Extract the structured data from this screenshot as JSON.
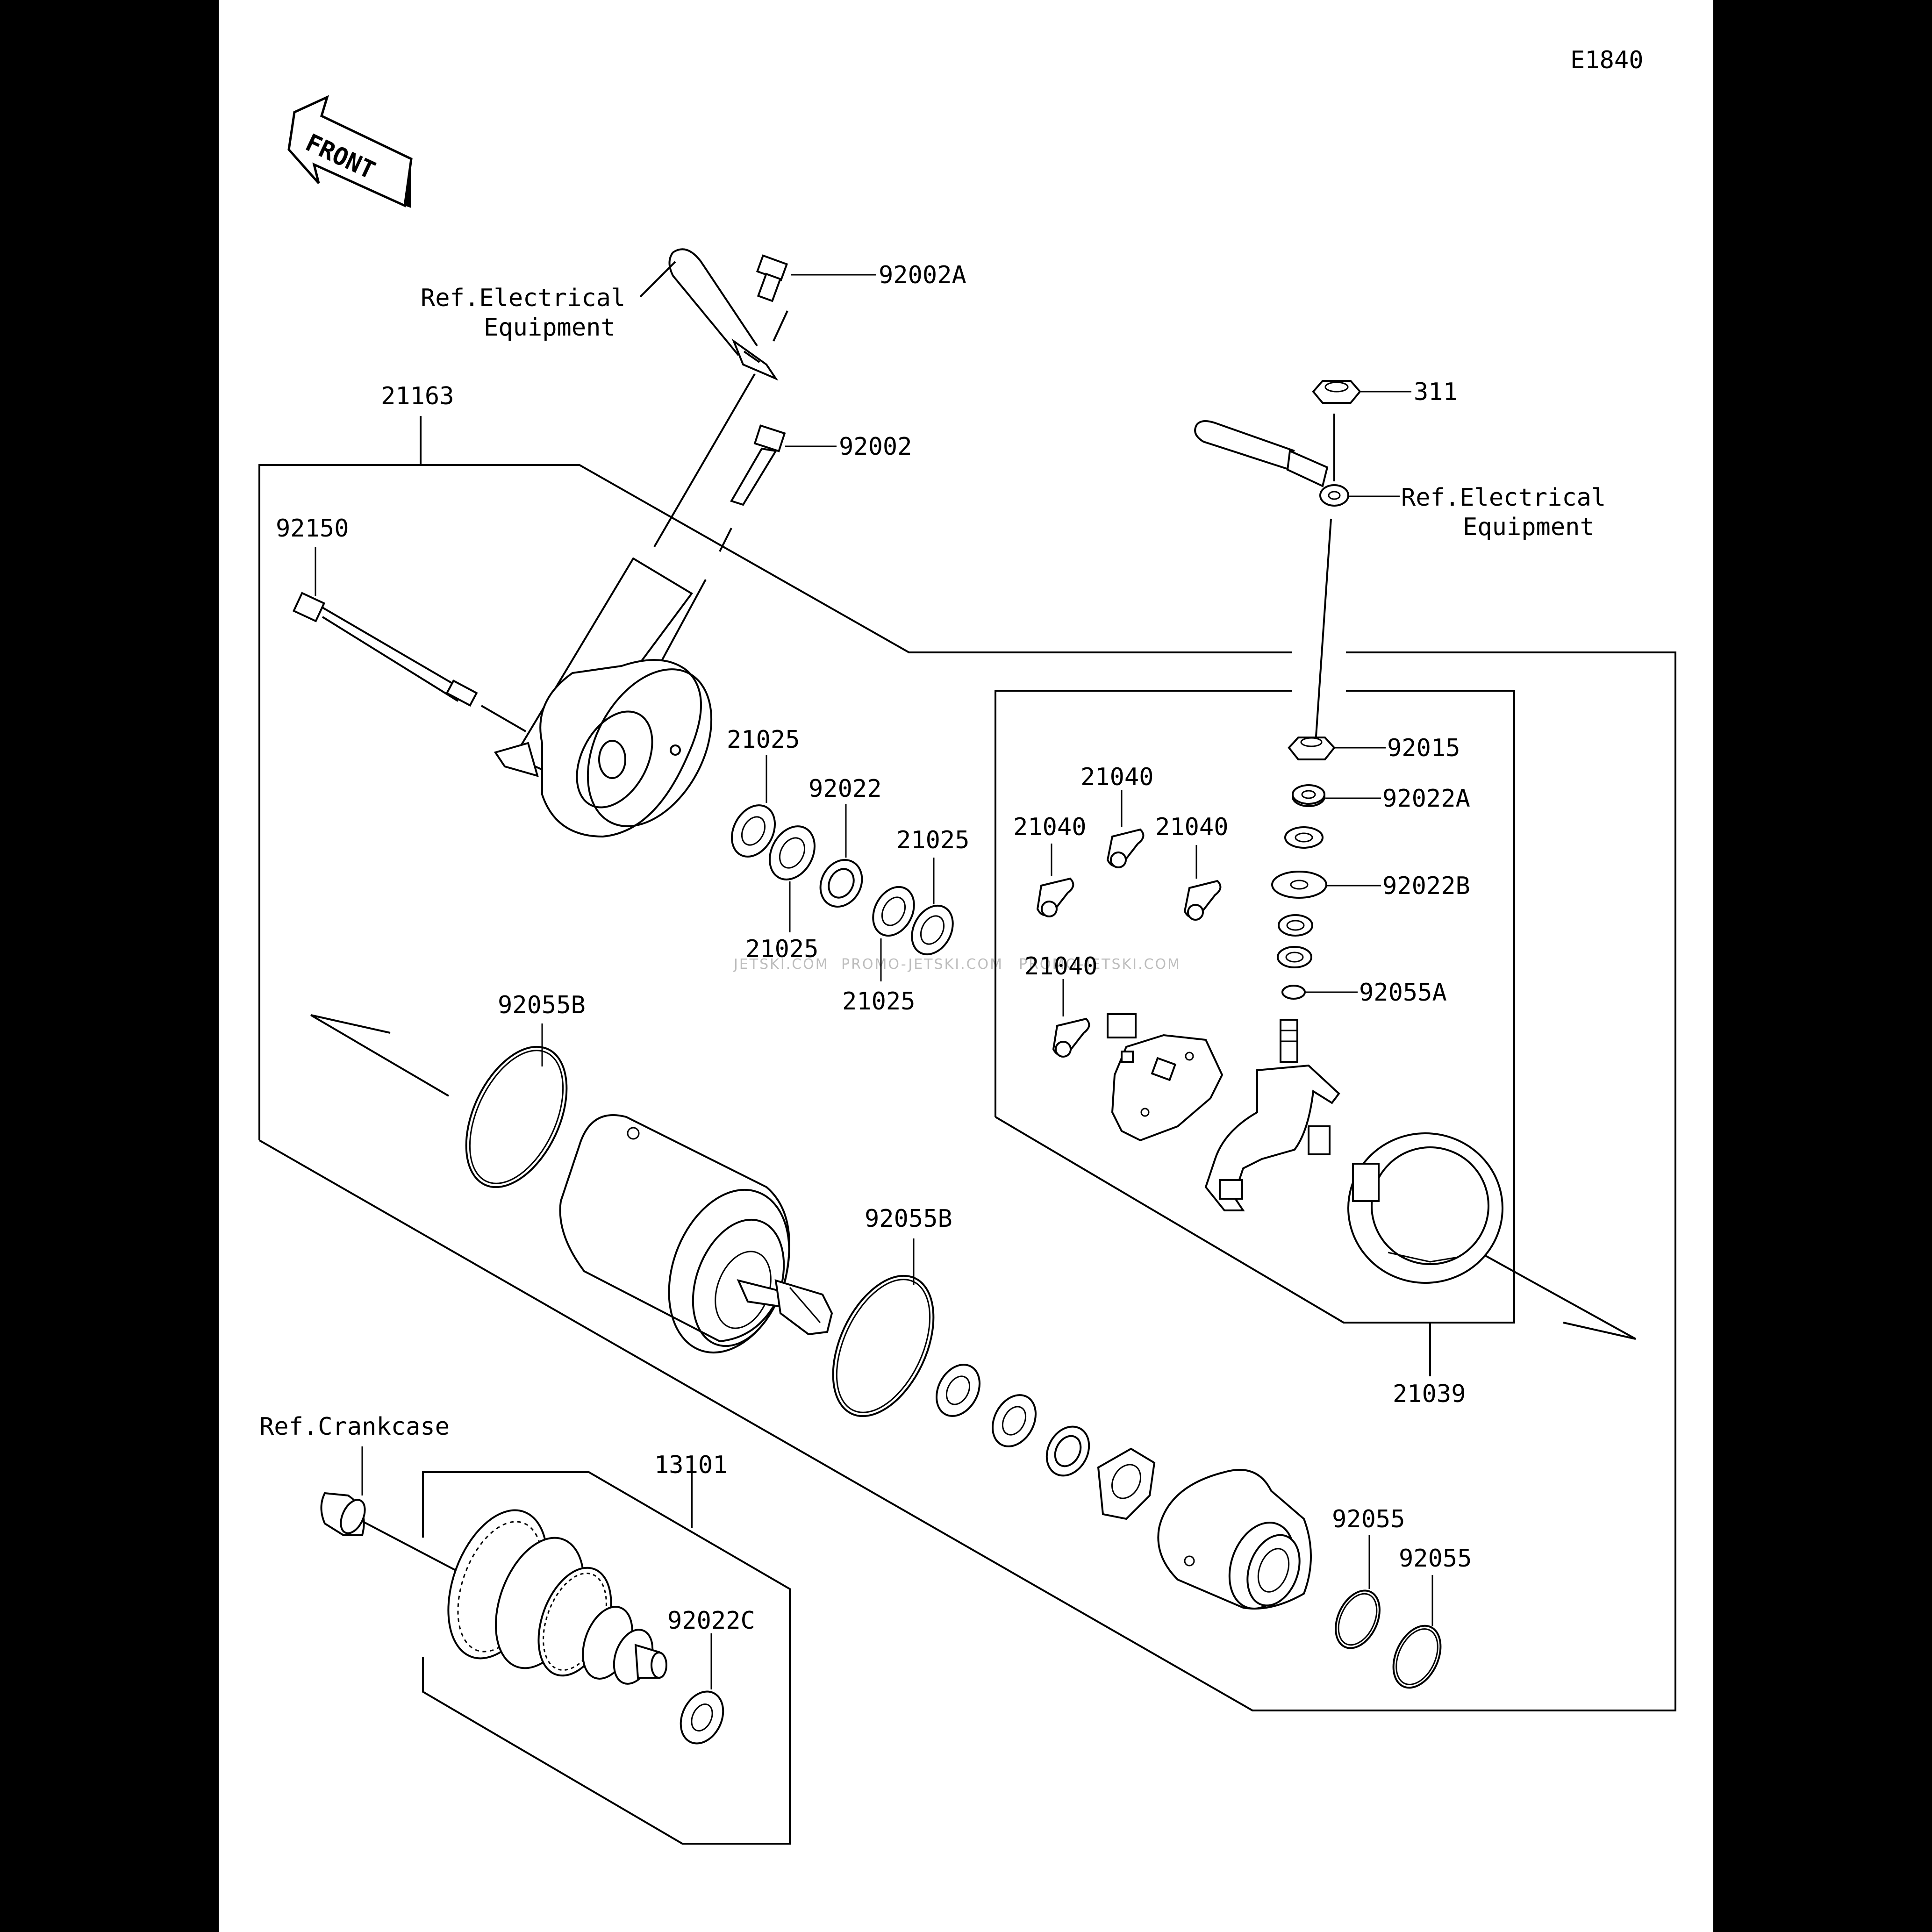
{
  "diagram_code": "E1840",
  "front_arrow": {
    "text": "FRONT",
    "icon": "front-direction-arrow-icon"
  },
  "part_labels": [
    {
      "id": "p92002A",
      "text": "92002A"
    },
    {
      "id": "p92002",
      "text": "92002"
    },
    {
      "id": "p21163",
      "text": "21163"
    },
    {
      "id": "p92150",
      "text": "92150"
    },
    {
      "id": "p311",
      "text": "311"
    },
    {
      "id": "p92015",
      "text": "92015"
    },
    {
      "id": "p92022A",
      "text": "92022A"
    },
    {
      "id": "p92022B",
      "text": "92022B"
    },
    {
      "id": "p92055A",
      "text": "92055A"
    },
    {
      "id": "p21025a",
      "text": "21025"
    },
    {
      "id": "p92022",
      "text": "92022"
    },
    {
      "id": "p21025b",
      "text": "21025"
    },
    {
      "id": "p21025c",
      "text": "21025"
    },
    {
      "id": "p21025d",
      "text": "21025"
    },
    {
      "id": "p21040a",
      "text": "21040"
    },
    {
      "id": "p21040b",
      "text": "21040"
    },
    {
      "id": "p21040c",
      "text": "21040"
    },
    {
      "id": "p21040d",
      "text": "21040"
    },
    {
      "id": "p92055B1",
      "text": "92055B"
    },
    {
      "id": "p92055B2",
      "text": "92055B"
    },
    {
      "id": "p21039",
      "text": "21039"
    },
    {
      "id": "p13101",
      "text": "13101"
    },
    {
      "id": "p92022C",
      "text": "92022C"
    },
    {
      "id": "p92055a",
      "text": "92055"
    },
    {
      "id": "p92055b",
      "text": "92055"
    }
  ],
  "references": {
    "electrical_top": {
      "line1": "Ref.Electrical",
      "line2": "Equipment"
    },
    "electrical_right": {
      "line1": "Ref.Electrical",
      "line2": "Equipment"
    },
    "crankcase": {
      "line1": "Ref.Crankcase"
    }
  },
  "watermarks": [
    "JETSKI.COM",
    "PROMO-JETSKI.COM",
    "PROMO-JETSKI.COM"
  ],
  "colors": {
    "background": "#ffffff",
    "border": "#000000",
    "line": "#000000",
    "watermark": "#bdbdbd"
  }
}
